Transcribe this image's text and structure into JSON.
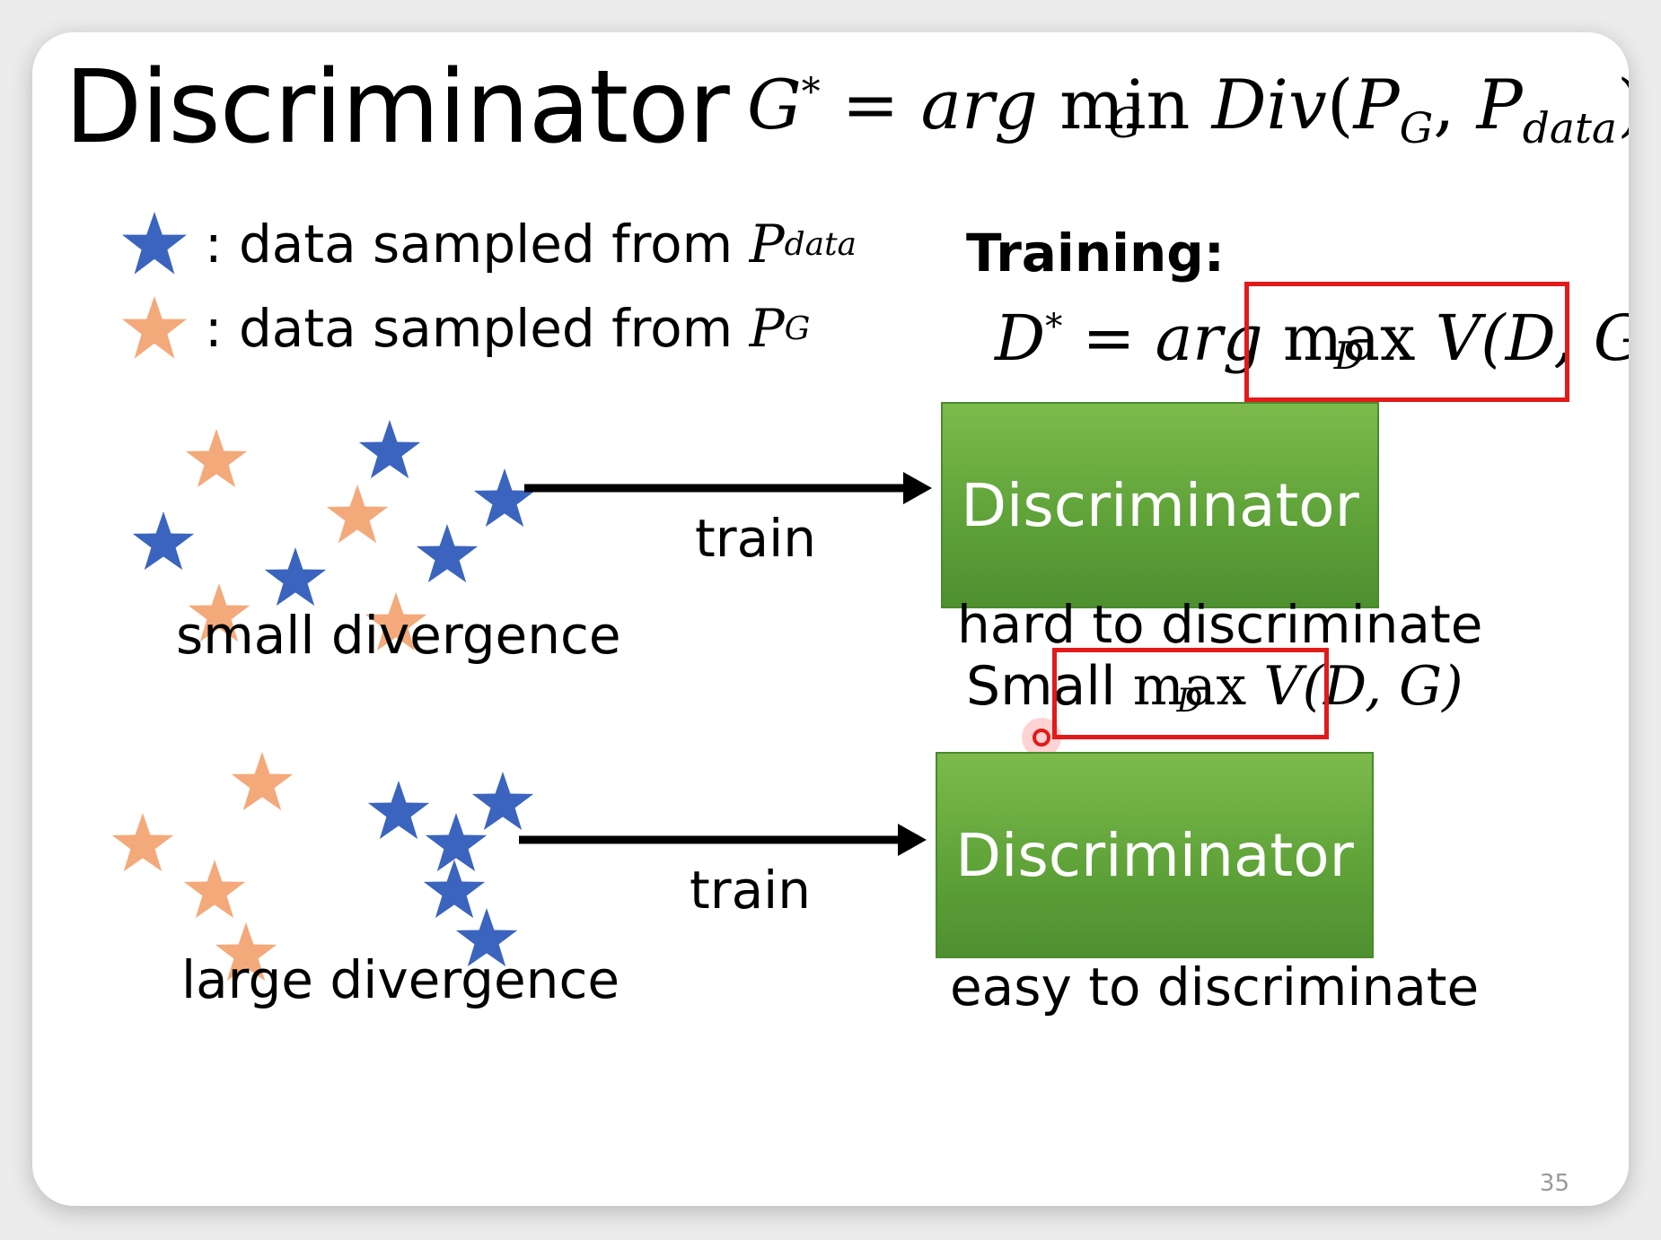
{
  "title": "Discriminator",
  "objective_g": {
    "lhs": "G",
    "sup": "*",
    "eq": "=",
    "arg": "arg",
    "op": "min",
    "op_sub": "G",
    "fn": "Div",
    "arg1_base": "P",
    "arg1_sub": "G",
    "arg2_base": "P",
    "arg2_sub": "data"
  },
  "legend": {
    "blue_text": ": data sampled from",
    "blue_symbol_base": "P",
    "blue_symbol_sub": "data",
    "orange_text": ": data sampled from",
    "orange_symbol_base": "P",
    "orange_symbol_sub": "G"
  },
  "training": {
    "label": "Training:",
    "lhs": "D",
    "sup": "*",
    "eq": "=",
    "arg": "arg",
    "op": "max",
    "op_sub": "D",
    "fn": "V(D, G)"
  },
  "rows": [
    {
      "arrow_label": "train",
      "box_label": "Discriminator",
      "caption": "small divergence",
      "result": "hard to discriminate",
      "value_prefix": "Small",
      "value_op": "max",
      "value_op_sub": "D",
      "value_fn": "V(D, G)"
    },
    {
      "arrow_label": "train",
      "box_label": "Discriminator",
      "caption": "large divergence",
      "result": "easy to discriminate"
    }
  ],
  "page_number": "35",
  "colors": {
    "blue_star": "#3a64be",
    "orange_star": "#f4a97a",
    "box_green": "#5fa339",
    "highlight_red": "#e21a1a"
  },
  "icons": [
    "star-blue-icon",
    "star-orange-icon",
    "arrow-right-icon",
    "pointer-dot-icon"
  ]
}
